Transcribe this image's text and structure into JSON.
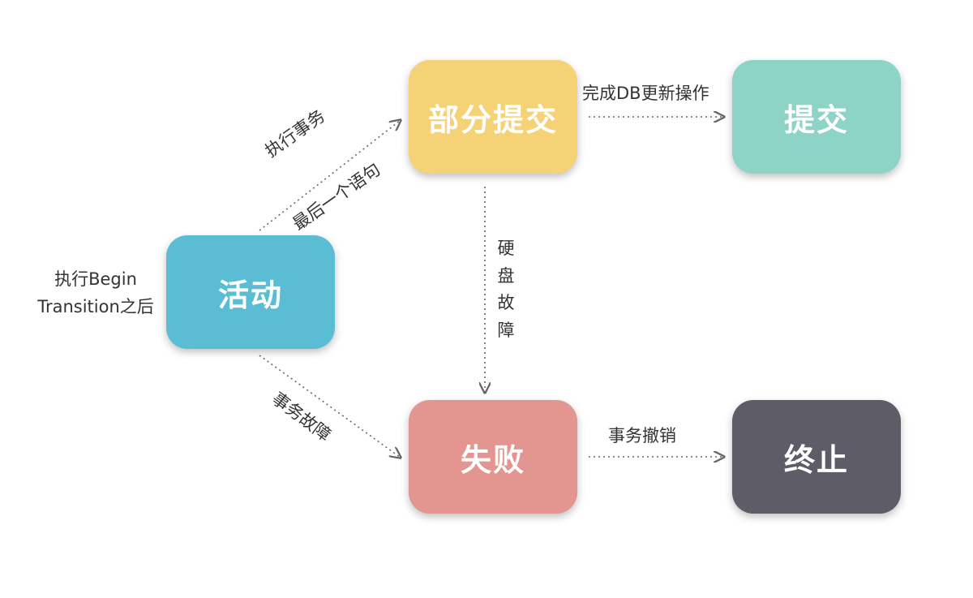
{
  "diagram": {
    "nodes": {
      "active": "活动",
      "partial_commit": "部分提交",
      "committed": "提交",
      "failed": "失败",
      "aborted": "终止"
    },
    "labels": {
      "start_line1": "执行Begin",
      "start_line2": "Transition之后",
      "execute_tx": "执行事务",
      "last_statement": "最后一个语句",
      "db_update_done": "完成DB更新操作",
      "disk_failure": "硬盘故障",
      "tx_failure": "事务故障",
      "tx_rollback": "事务撤销"
    },
    "colors": {
      "active": "#5bbdd4",
      "partial_commit": "#f5d276",
      "committed": "#8ed4c6",
      "failed": "#e3958f",
      "aborted": "#5d5c67",
      "arrow": "#666666"
    }
  }
}
